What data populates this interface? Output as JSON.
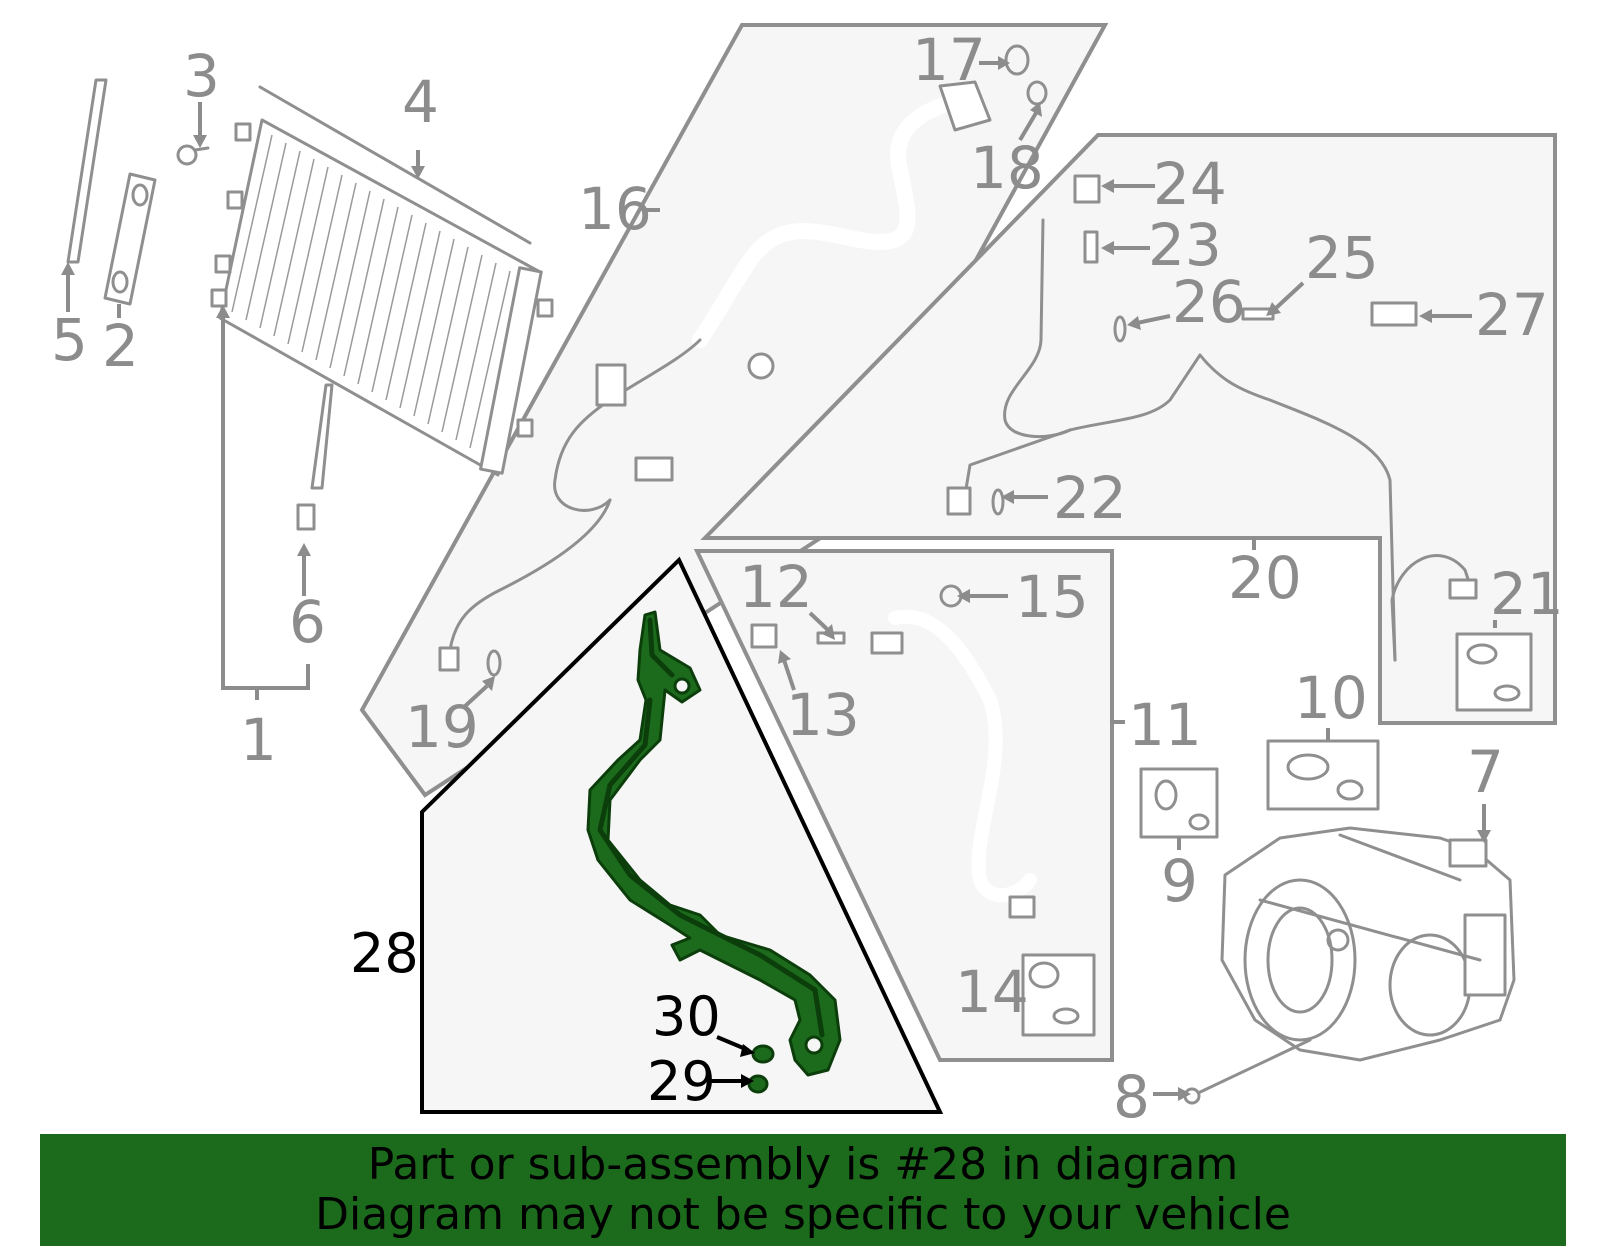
{
  "callouts": {
    "n1": "1",
    "n2": "2",
    "n3": "3",
    "n4": "4",
    "n5": "5",
    "n6": "6",
    "n7": "7",
    "n8": "8",
    "n9": "9",
    "n10": "10",
    "n11": "11",
    "n12": "12",
    "n13": "13",
    "n14": "14",
    "n15": "15",
    "n16": "16",
    "n17": "17",
    "n18": "18",
    "n19": "19",
    "n20": "20",
    "n21": "21",
    "n22": "22",
    "n23": "23",
    "n24": "24",
    "n25": "25",
    "n26": "26",
    "n27": "27",
    "n28": "28",
    "n29": "29",
    "n30": "30"
  },
  "highlighted_part": "28",
  "colors": {
    "highlight_fill": "#1c6b1c",
    "banner_background": "#1c6b1c",
    "callout_text": "#8c8c8c",
    "panel_fill": "#f6f6f6"
  },
  "banner": {
    "line1": "Part or sub-assembly is #28 in diagram",
    "line2": "Diagram may not be specific to your vehicle"
  }
}
